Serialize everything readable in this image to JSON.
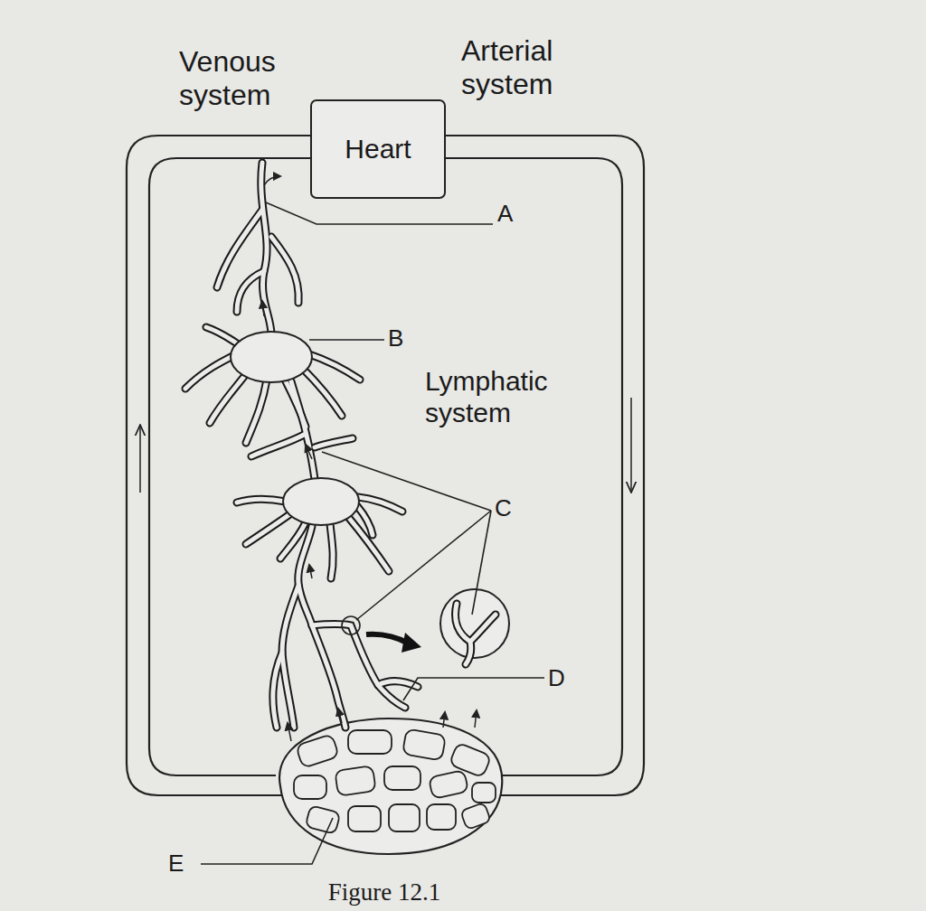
{
  "diagram": {
    "caption": "Figure 12.1",
    "nodes": [
      {
        "text": [
          "Heart"
        ]
      }
    ],
    "labels": [
      "Venous system",
      "Arterial system",
      "A",
      "B",
      "Lymphatic system",
      "C",
      "D",
      "E"
    ]
  }
}
